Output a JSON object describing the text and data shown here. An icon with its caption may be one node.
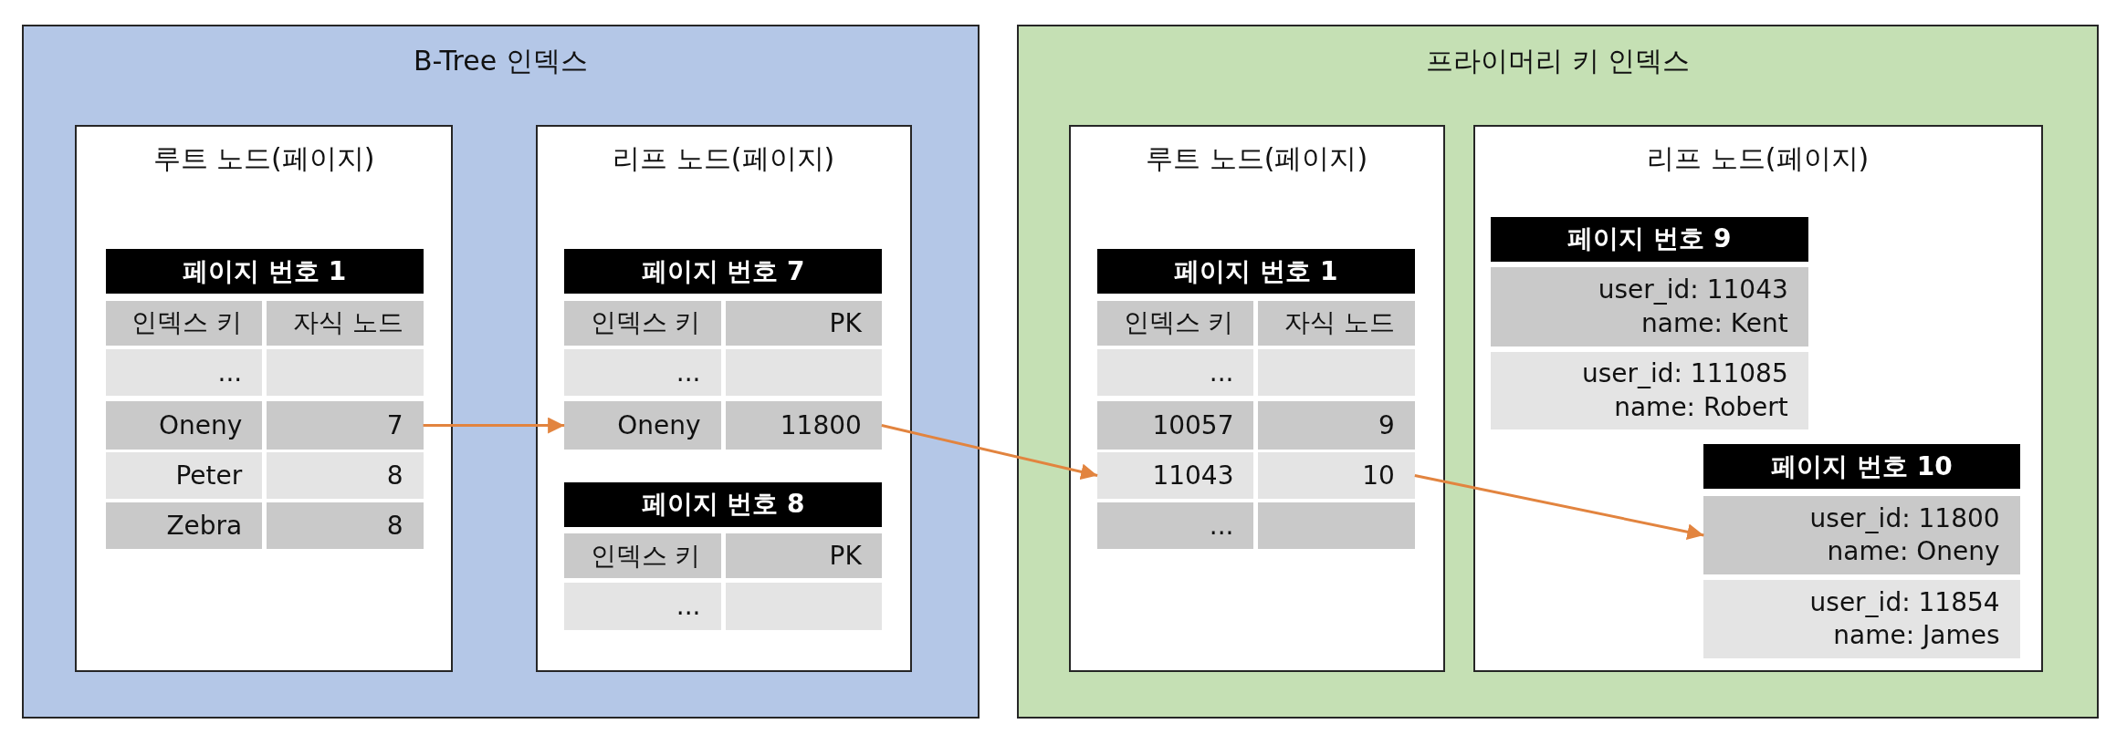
{
  "diagram": {
    "nodes": [
      {
        "text": [
          "B-Tree 인덱스"
        ]
      },
      {
        "text": [
          "루트 노드(페이지)"
        ],
        "in": 0
      },
      {
        "text": [
          "페이지 번호 1"
        ],
        "in": 1
      },
      {
        "text": [
          "인덱스 키",
          "자식 노드"
        ],
        "in": 2
      },
      {
        "text": [
          "..."
        ],
        "in": 2
      },
      {
        "text": [
          "Oneny",
          "7"
        ],
        "in": 2
      },
      {
        "text": [
          "Peter",
          "8"
        ],
        "in": 2
      },
      {
        "text": [
          "Zebra",
          "8"
        ],
        "in": 2
      },
      {
        "text": [
          "리프 노드(페이지)"
        ],
        "in": 0
      },
      {
        "text": [
          "페이지 번호 7"
        ],
        "in": 8
      },
      {
        "text": [
          "인덱스 키",
          "PK"
        ],
        "in": 9
      },
      {
        "text": [
          "..."
        ],
        "in": 9
      },
      {
        "text": [
          "Oneny",
          "11800"
        ],
        "in": 9
      },
      {
        "text": [
          "페이지 번호 8"
        ],
        "in": 8
      },
      {
        "text": [
          "인덱스 키",
          "PK"
        ],
        "in": 13
      },
      {
        "text": [
          "..."
        ],
        "in": 13
      },
      {
        "text": [
          "프라이머리 키 인덱스"
        ]
      },
      {
        "text": [
          "루트 노드(페이지)"
        ],
        "in": 16
      },
      {
        "text": [
          "페이지 번호 1"
        ],
        "in": 17
      },
      {
        "text": [
          "인덱스 키",
          "자식 노드"
        ],
        "in": 18
      },
      {
        "text": [
          "..."
        ],
        "in": 18
      },
      {
        "text": [
          "10057",
          "9"
        ],
        "in": 18
      },
      {
        "text": [
          "11043",
          "10"
        ],
        "in": 18
      },
      {
        "text": [
          "..."
        ],
        "in": 18
      },
      {
        "text": [
          "리프 노드(페이지)"
        ],
        "in": 16
      },
      {
        "text": [
          "페이지 번호 9"
        ],
        "in": 24
      },
      {
        "text": [
          "user_id: 11043",
          "name: Kent"
        ],
        "in": 25
      },
      {
        "text": [
          "user_id: 111085",
          "name: Robert"
        ],
        "in": 25
      },
      {
        "text": [
          "페이지 번호 10"
        ],
        "in": 24
      },
      {
        "text": [
          "user_id: 11800",
          "name: Oneny"
        ],
        "in": 28
      },
      {
        "text": [
          "user_id: 11854",
          "name: James"
        ],
        "in": 28
      }
    ],
    "edges": [
      {
        "from": 5,
        "to": 12,
        "arrow": "to"
      },
      {
        "from": 12,
        "to": 22,
        "arrow": "to"
      },
      {
        "from": 22,
        "to": 29,
        "arrow": "to"
      }
    ]
  }
}
